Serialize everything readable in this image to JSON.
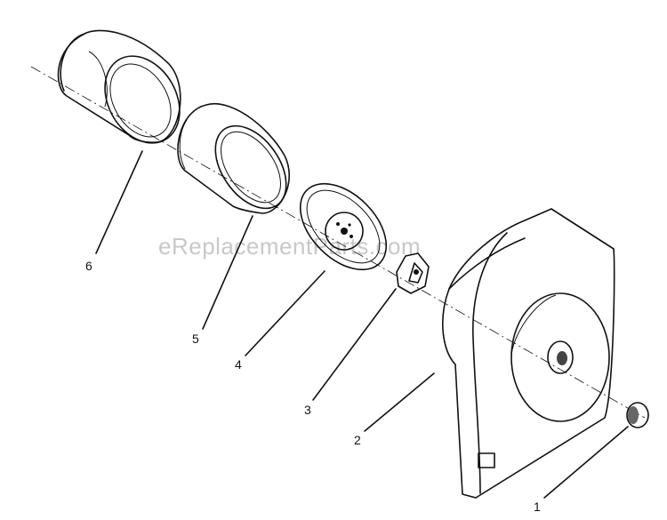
{
  "watermark": "eReplacementParts.com",
  "parts": [
    {
      "callout": "1"
    },
    {
      "callout": "2"
    },
    {
      "callout": "3"
    },
    {
      "callout": "4"
    },
    {
      "callout": "5"
    },
    {
      "callout": "6"
    }
  ]
}
